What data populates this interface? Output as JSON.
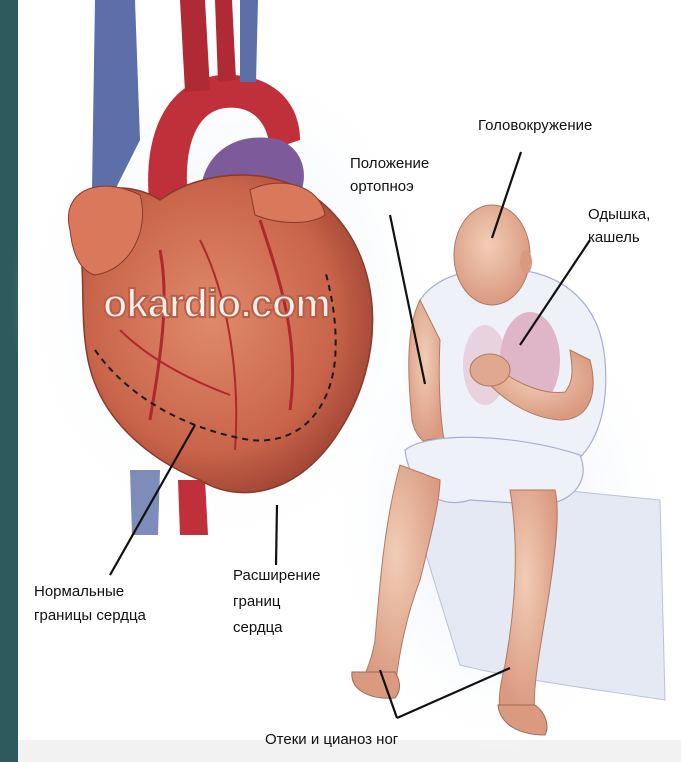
{
  "watermark": "okardio.com",
  "labels": {
    "dizziness": "Головокружение",
    "orthopnea_line1": "Положение",
    "orthopnea_line2": "ортопноэ",
    "dyspnea_line1": "Одышка,",
    "dyspnea_line2": "кашель",
    "normal_borders_line1": "Нормальные",
    "normal_borders_line2": "границы сердца",
    "expansion_line1": "Расширение",
    "expansion_line2": "границ",
    "expansion_line3": "сердца",
    "edema": "Отеки и цианоз ног"
  },
  "colors": {
    "sidebar": "#2d5a5c",
    "heart": "#c8644a",
    "aorta": "#c0303a",
    "vein": "#5c6fa8",
    "skin": "#e8b8a0",
    "shirt": "#eef1f8",
    "lungs": "#d9a0b8"
  },
  "icons": [
    "heart-illustration",
    "sitting-patient-illustration"
  ]
}
